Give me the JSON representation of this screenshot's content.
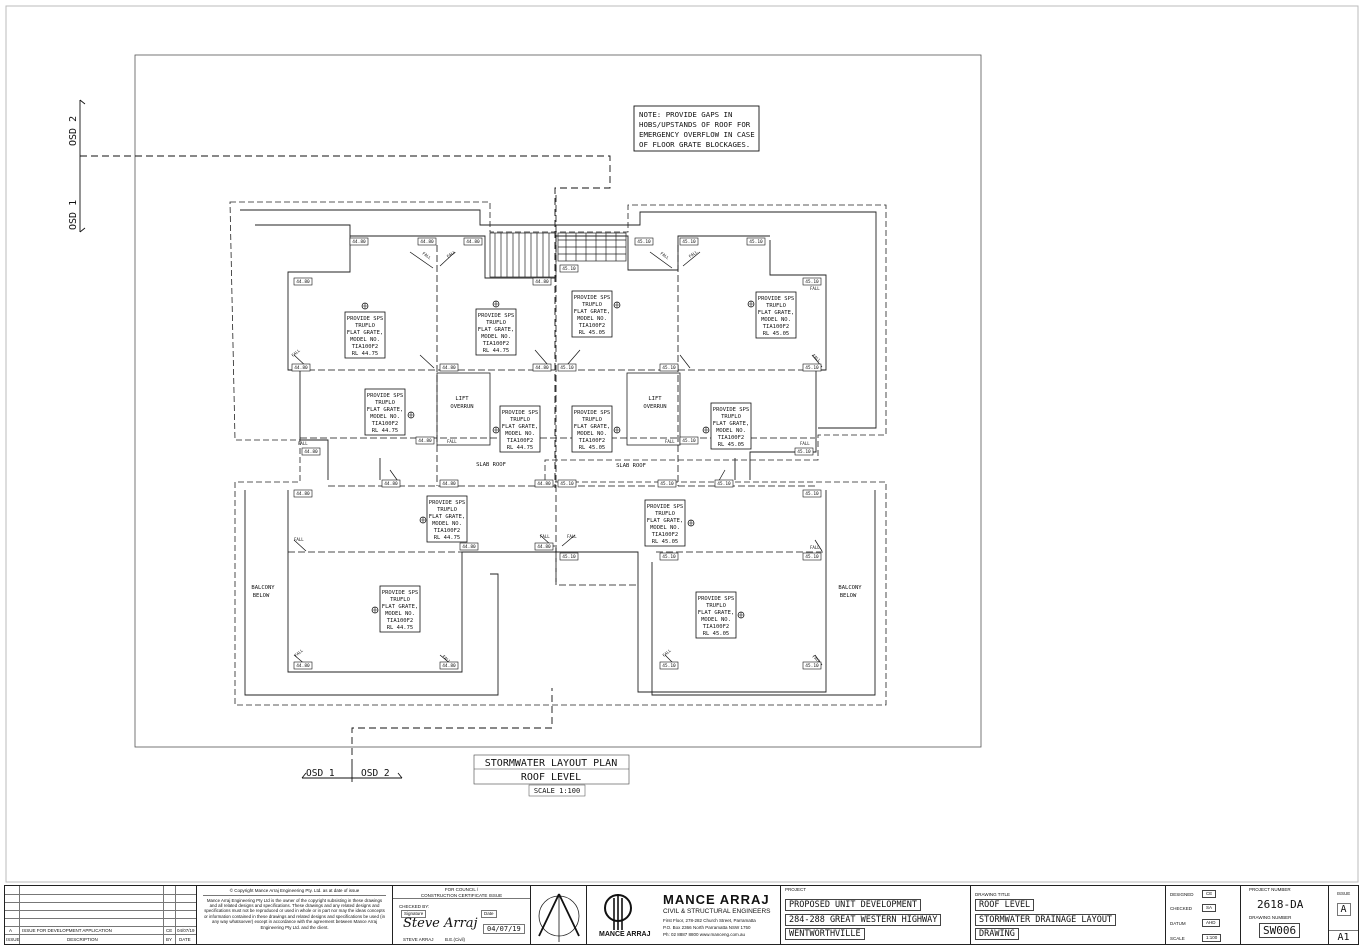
{
  "note": {
    "lines": [
      "NOTE: PROVIDE GAPS IN",
      "HOBS/UPSTANDS OF ROOF FOR",
      "EMERGENCY OVERFLOW IN CASE",
      "OF FLOOR GRATE BLOCKAGES."
    ]
  },
  "section_labels": {
    "osd1": "OSD 1",
    "osd2": "OSD 2"
  },
  "grate_text": [
    "PROVIDE SPS",
    "TRUFLO",
    "FLAT GRATE,",
    "MODEL NO.",
    "TIA100F2"
  ],
  "grates": [
    {
      "rl": "RL 44.75"
    },
    {
      "rl": "RL 44.75"
    },
    {
      "rl": "RL 45.05"
    },
    {
      "rl": "RL 45.05"
    },
    {
      "rl": "RL 44.75"
    },
    {
      "rl": "RL 44.75"
    },
    {
      "rl": "RL 45.05"
    },
    {
      "rl": "RL 45.05"
    },
    {
      "rl": "RL 44.75"
    },
    {
      "rl": "RL 45.05"
    },
    {
      "rl": "RL 44.75"
    },
    {
      "rl": "RL 45.05"
    }
  ],
  "level_west": "44.80",
  "level_east": "45.10",
  "fall_label": "FALL",
  "areas": {
    "lift": [
      "LIFT",
      "OVERRUN"
    ],
    "slab": "SLAB ROOF",
    "balcony": [
      "BALCONY",
      "BELOW"
    ]
  },
  "plan_title": {
    "line1": "STORMWATER LAYOUT PLAN",
    "line2": "ROOF LEVEL",
    "scale": "SCALE 1:100"
  },
  "title_block": {
    "revision": {
      "letter": "A",
      "description": "ISSUE FOR DEVELOPMENT APPLICATION",
      "by": "CE",
      "date": "04/07/19",
      "hdr_issue": "ISSUE",
      "hdr_desc": "DESCRIPTION",
      "hdr_by": "BY",
      "hdr_date": "DATE"
    },
    "copyright_title": "© Copyright Mance Arraj Engineering Pty. Ltd. as at date of issue",
    "copyright_text": "Mance Arraj Engineering Pty Ltd is the owner of the copyright subsisting in these drawings and all related designs and specifications. These drawings and any related designs and specifications must not be reproduced or used in whole or in part nor may the ideas concepts or information contained in these drawings and related designs and specifications be used (in any way whatsoever) except in accordance with the agreement between Mance Arraj Engineering Pty Ltd. and the client.",
    "council": {
      "line1": "FOR COUNCIL /",
      "line2": "CONSTRUCTION CERTIFICATE ISSUE",
      "checked_by": "CHECKED BY:",
      "signature_label": "Signature",
      "date_label": "Date",
      "signature": "Steve Arraj",
      "name": "STEVE ARRAJ",
      "quals": "B.E.(Civil)",
      "date": "04/07/19"
    },
    "company": {
      "name": "MANCE ARRAJ",
      "sub": "CIVIL & STRUCTURAL ENGINEERS",
      "addr1": "First Floor, 278-282 Church Street, Parramatta",
      "addr2": "P.O. Box 2366 North Parramatta NSW 1750",
      "addr3": "Ph: 02 8887 8800 www.manceng.com.au",
      "logo": "MANCE ARRAJ"
    },
    "project": {
      "label": "PROJECT",
      "line1": "PROPOSED UNIT DEVELOPMENT",
      "line2": "284-288 GREAT WESTERN HIGHWAY",
      "line3": "WENTWORTHVILLE"
    },
    "drawing": {
      "label": "DRAWING TITLE",
      "line1": "ROOF LEVEL",
      "line2": "STORMWATER DRAINAGE LAYOUT",
      "line3": "DRAWING"
    },
    "meta": {
      "designed_label": "DESIGNED",
      "designed": "CE",
      "checked_label": "CHECKED",
      "checked": "SA",
      "datum_label": "DATUM",
      "datum": "AHD",
      "scale_label": "SCALE",
      "scale": "1:100"
    },
    "numbers": {
      "project_label": "PROJECT NUMBER",
      "project": "2618-DA",
      "drawing_label": "DRAWING NUMBER",
      "drawing": "SW006",
      "issue_label": "ISSUE",
      "issue": "A",
      "size": "A1"
    }
  }
}
